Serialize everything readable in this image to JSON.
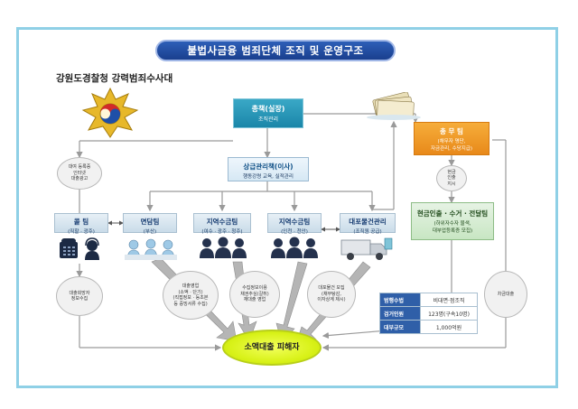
{
  "title": "불법사금융 범죄단체 조직 및 운영구조",
  "agency": "강원도경찰청 강력범죄수사대",
  "boss": {
    "title": "총책(실장)",
    "sub": "조직관리"
  },
  "upper": {
    "title": "상급관리책(이사)",
    "sub": "행동강령 교육, 실적관리"
  },
  "teams": [
    {
      "title": "콜 팀",
      "sub": "(직할 · 광주)"
    },
    {
      "title": "면담팀",
      "sub": "(부산)"
    },
    {
      "title": "지역수금팀",
      "sub": "(여수 · 광주 · 청주)"
    },
    {
      "title": "지역수금팀",
      "sub": "(인천 · 천안)"
    },
    {
      "title": "대포물건관리",
      "sub": "(조직원 공급)"
    }
  ],
  "general": {
    "title": "총 무 팀",
    "sub1": "(채무자 명단,",
    "sub2": "자금관리, 수당지급)"
  },
  "cash": {
    "title": "현금인출 · 수거 · 전달팀",
    "sub1": "(하위자수자 물색,",
    "sub2": "대부업등록증 모집)"
  },
  "victim": "소액대출 피해자",
  "notes": {
    "ad": "대여 등록증\n인터넷\n대출광고",
    "loan_apply": "대출희망자\n정보수집",
    "loan_exec": "대출영업\n(소액 · 단기)\n(직접정보 · 등초본\n등 증빙서류 수집)",
    "collect": "수집정보이용\n채권추심(갈취)\n재대출 영업",
    "account": "대포물건 모집\n(채무탕감,\n이자상계 제시)",
    "withdraw": "현금\n인출\n지시",
    "repay": "차금대출"
  },
  "summary": [
    {
      "k": "범행수법",
      "v": "비대면·점조직"
    },
    {
      "k": "검거인원",
      "v": "123명(구속10명)"
    },
    {
      "k": "대부규모",
      "v": "1,000억원"
    }
  ],
  "colors": {
    "teal": "#1a86a9",
    "orange": "#e8891a",
    "green": "#c8e6c3",
    "victim": "#d9f21a",
    "border": "#8fd0e6"
  },
  "icons": [
    "police-emblem-icon",
    "cash-bundle-icon",
    "phone-icon",
    "headset-operator-icon",
    "people-group-icon",
    "truck-icon"
  ]
}
